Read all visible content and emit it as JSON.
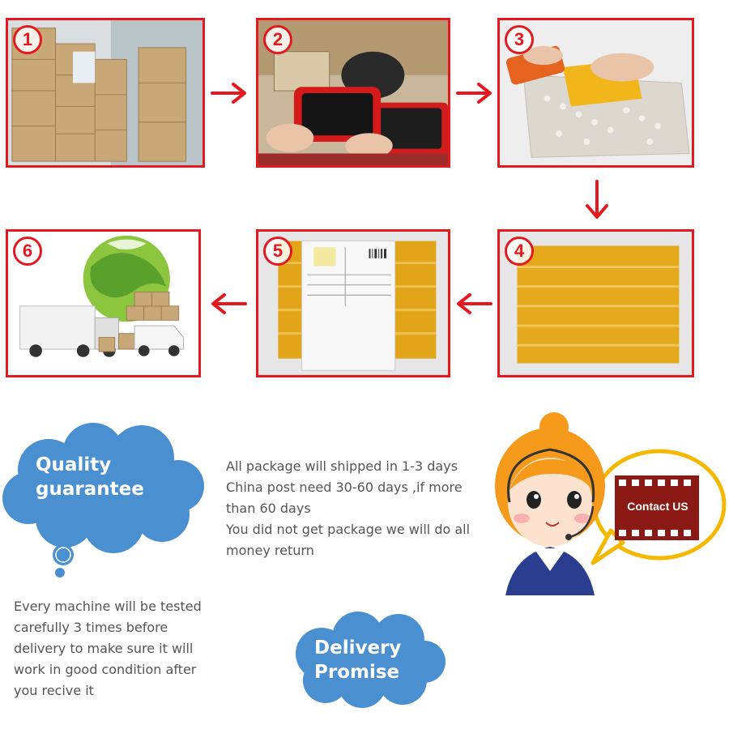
{
  "steps": [
    {
      "number": "1"
    },
    {
      "number": "2"
    },
    {
      "number": "3"
    },
    {
      "number": "4"
    },
    {
      "number": "5"
    },
    {
      "number": "6"
    }
  ],
  "quality": {
    "title_line1": "Quality",
    "title_line2": "guarantee",
    "text_lines": [
      "Every machine will be tested",
      "carefully 3 times before",
      "delivery to make sure it will",
      "work in good condition after",
      "you recive it"
    ]
  },
  "delivery": {
    "title_line1": "Delivery",
    "title_line2": "Promise",
    "text_lines": [
      "All package will shipped in 1-3 days",
      "China post need 30-60 days ,if more",
      "than 60 days",
      "You did not get package we will do all",
      "money return"
    ]
  },
  "contact": {
    "label": "Contact US"
  },
  "colors": {
    "frame_red": "#e3191f",
    "cloud_blue": "#4a8fd0",
    "contact_ring": "#f5b800",
    "contact_box": "#8b1a14",
    "text_gray": "#555555"
  },
  "icons": {
    "arrow": "red-arrow-icon",
    "agent": "customer-service-agent-icon"
  }
}
